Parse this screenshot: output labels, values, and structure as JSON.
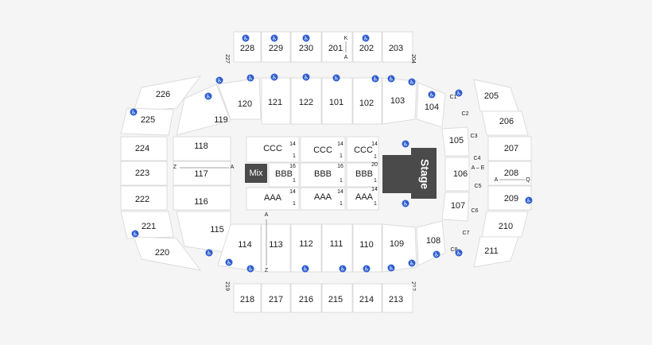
{
  "venue_map": {
    "stage_label": "Stage",
    "mix_label": "Mix",
    "upper_top": [
      "228",
      "229",
      "230",
      "201",
      "202",
      "203"
    ],
    "upper_top_row_k": "K",
    "upper_top_row_a": "A",
    "upper_bottom": [
      "218",
      "217",
      "216",
      "215",
      "214",
      "213"
    ],
    "upper_left": [
      "226",
      "225",
      "224",
      "223",
      "222",
      "221",
      "220"
    ],
    "upper_right": [
      "205",
      "206",
      "207",
      "208",
      "209",
      "210",
      "211"
    ],
    "corner_labels": [
      "227",
      "204",
      "219",
      "212"
    ],
    "lower_top": [
      "120",
      "121",
      "122",
      "101",
      "102",
      "103",
      "104"
    ],
    "lower_left": [
      "119",
      "118",
      "117",
      "116",
      "115"
    ],
    "lower_right": [
      "105",
      "106",
      "107"
    ],
    "lower_bottom": [
      "114",
      "113",
      "112",
      "111",
      "110",
      "109",
      "108"
    ],
    "floor_sections": [
      "CCC",
      "CCC",
      "CCC",
      "BBB",
      "BBB",
      "BBB",
      "AAA",
      "AAA",
      "AAA"
    ],
    "floor_row_numbers": [
      "14",
      "1",
      "14",
      "1",
      "14",
      "1",
      "16",
      "1",
      "16",
      "1",
      "20",
      "1",
      "14",
      "1",
      "14",
      "1",
      "14",
      "1"
    ],
    "c_sections": [
      "C1",
      "C2",
      "C3",
      "C4",
      "C5",
      "C6",
      "C7",
      "C8"
    ],
    "row_markers": {
      "left_z": "Z",
      "left_a": "A",
      "right_a": "A",
      "right_q": "Q",
      "c4_a_e": "A – E",
      "bottom_a": "A",
      "bottom_z": "Z"
    },
    "accessible_icon": "wheelchair-icon",
    "accessible_glyph": "♿",
    "colors": {
      "section_fill": "#ffffff",
      "background": "#f5f5f5",
      "stage": "#4a4a4a",
      "accessible": "#2f5ecf"
    }
  }
}
